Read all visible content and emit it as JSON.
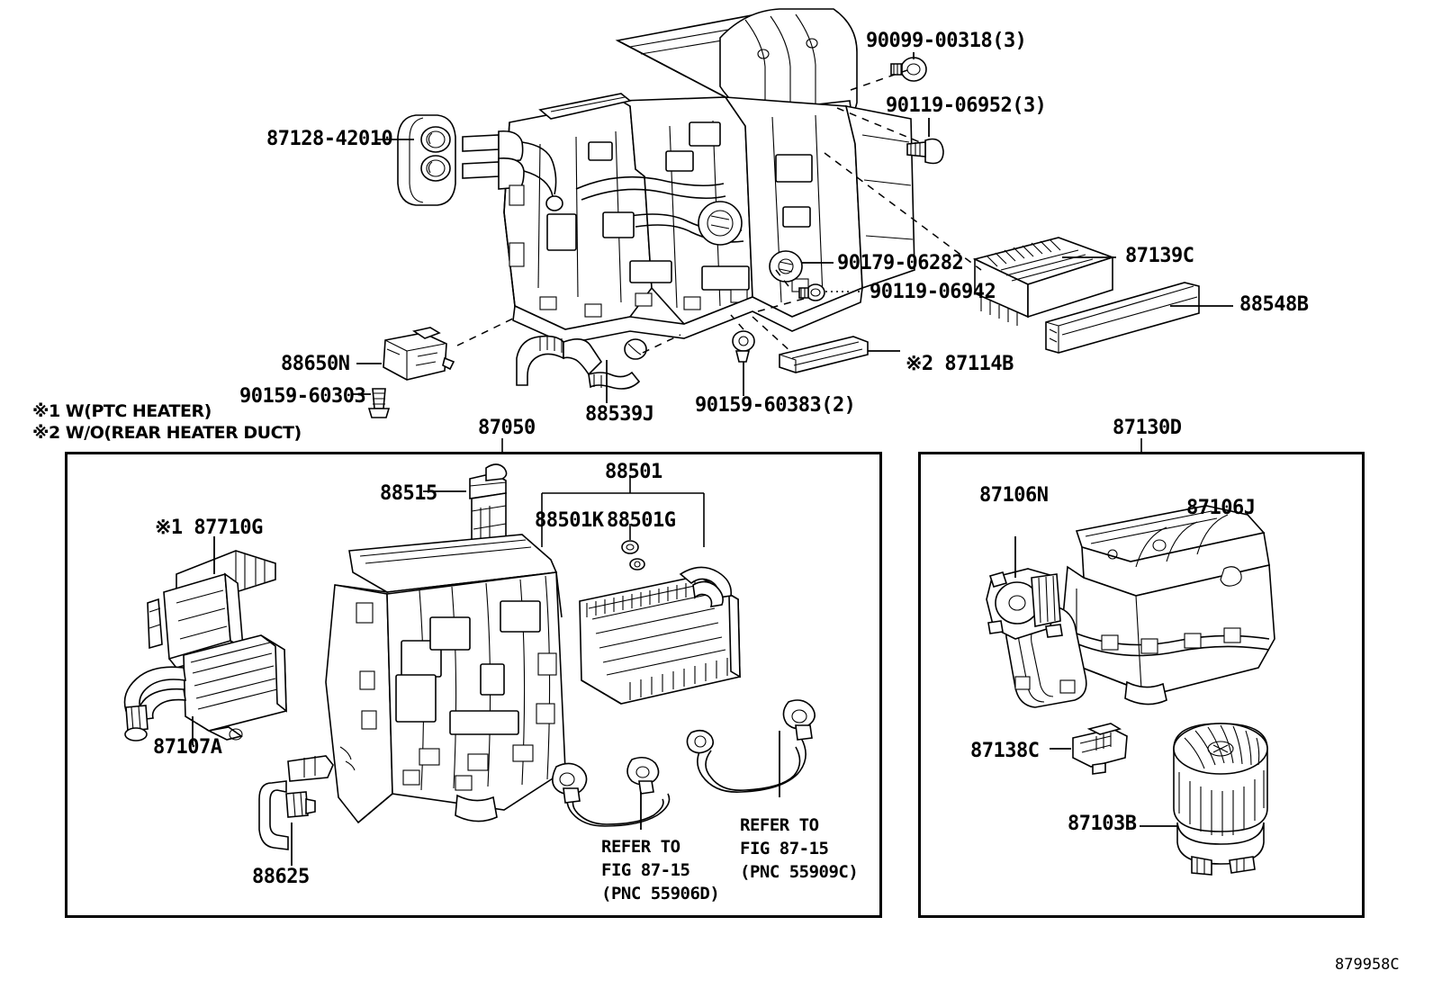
{
  "diagram": {
    "corner_code": "879958C",
    "notes": [
      "※1 W(PTC HEATER)",
      "※2 W/O(REAR HEATER DUCT)"
    ]
  },
  "top_section": {
    "labels": [
      {
        "id": "l-87128-42010",
        "text": "87128-42010"
      },
      {
        "id": "l-90099-00318",
        "text": "90099-00318(3)"
      },
      {
        "id": "l-90119-06952",
        "text": "90119-06952(3)"
      },
      {
        "id": "l-90179-06282",
        "text": "90179-06282"
      },
      {
        "id": "l-90119-06942",
        "text": "90119-06942"
      },
      {
        "id": "l-87139c",
        "text": "87139C"
      },
      {
        "id": "l-88548b",
        "text": "88548B"
      },
      {
        "id": "l-87114b",
        "text": "※2 87114B"
      },
      {
        "id": "l-88650n",
        "text": "88650N"
      },
      {
        "id": "l-90159-60303",
        "text": "90159-60303"
      },
      {
        "id": "l-88539j",
        "text": "88539J"
      },
      {
        "id": "l-90159-60383",
        "text": "90159-60383(2)"
      }
    ]
  },
  "left_panel": {
    "title": "87050",
    "labels": [
      {
        "id": "l-87710g",
        "text": "※1 87710G"
      },
      {
        "id": "l-88515",
        "text": "88515"
      },
      {
        "id": "l-88501",
        "text": "88501"
      },
      {
        "id": "l-88501k",
        "text": "88501K"
      },
      {
        "id": "l-88501g",
        "text": "88501G"
      },
      {
        "id": "l-87107a",
        "text": "87107A"
      },
      {
        "id": "l-88625",
        "text": "88625"
      }
    ],
    "refer_notes": [
      {
        "id": "refer-55906d",
        "line1": "REFER TO",
        "line2": "FIG 87-15",
        "line3": "(PNC 55906D)"
      },
      {
        "id": "refer-55909c",
        "line1": "REFER TO",
        "line2": "FIG 87-15",
        "line3": "(PNC 55909C)"
      }
    ]
  },
  "right_panel": {
    "title": "87130D",
    "labels": [
      {
        "id": "l-87106n",
        "text": "87106N"
      },
      {
        "id": "l-87106j",
        "text": "87106J"
      },
      {
        "id": "l-87138c",
        "text": "87138C"
      },
      {
        "id": "l-87103b",
        "text": "87103B"
      }
    ]
  }
}
